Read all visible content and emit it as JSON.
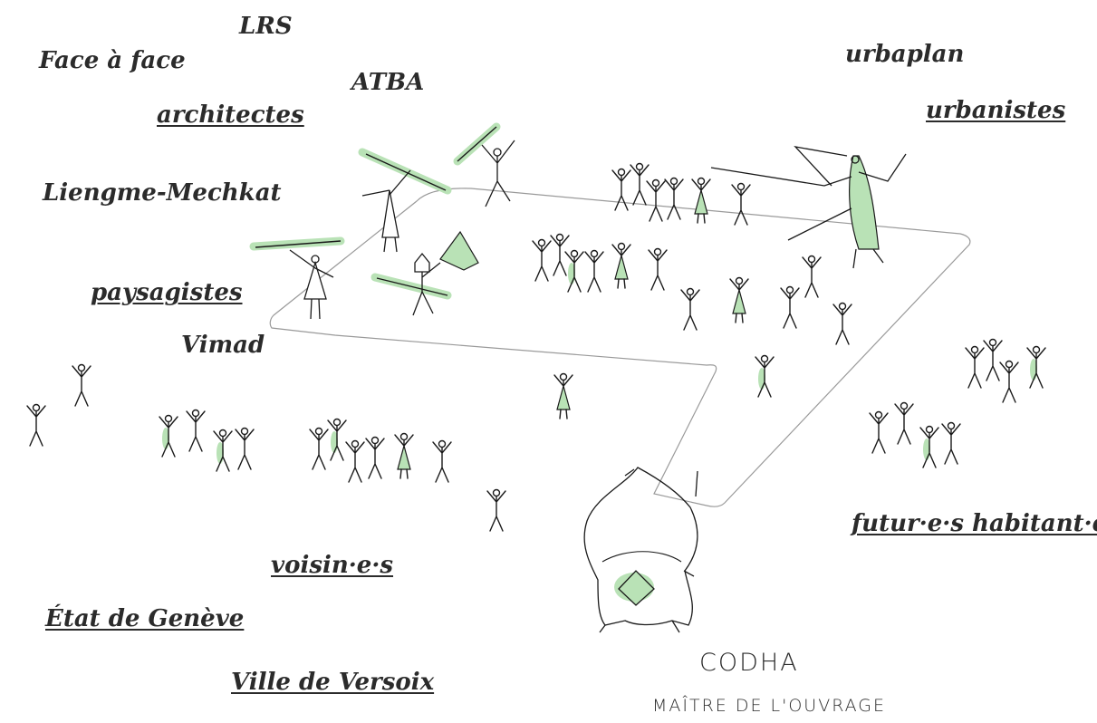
{
  "labels": {
    "lrs": "LRS",
    "face_a_face": "Face à face",
    "atba": "ATBA",
    "architectes": "architectes",
    "liengme": "Liengme-Mechkat",
    "paysagistes": "paysagistes",
    "vimad": "Vimad",
    "urbaplan": "urbaplan",
    "urbanistes": "urbanistes",
    "habitants": "futur·e·s habitant·e·s",
    "voisins": "voisin·e·s",
    "etat": "État de Genève",
    "versoix": "Ville de Versoix",
    "codha": "CODHA",
    "maitre": "MAÎTRE DE L'OUVRAGE"
  },
  "colors": {
    "ink": "#1a1a1a",
    "accent_green": "#b9e2b6",
    "outline": "#9a9a9a"
  }
}
